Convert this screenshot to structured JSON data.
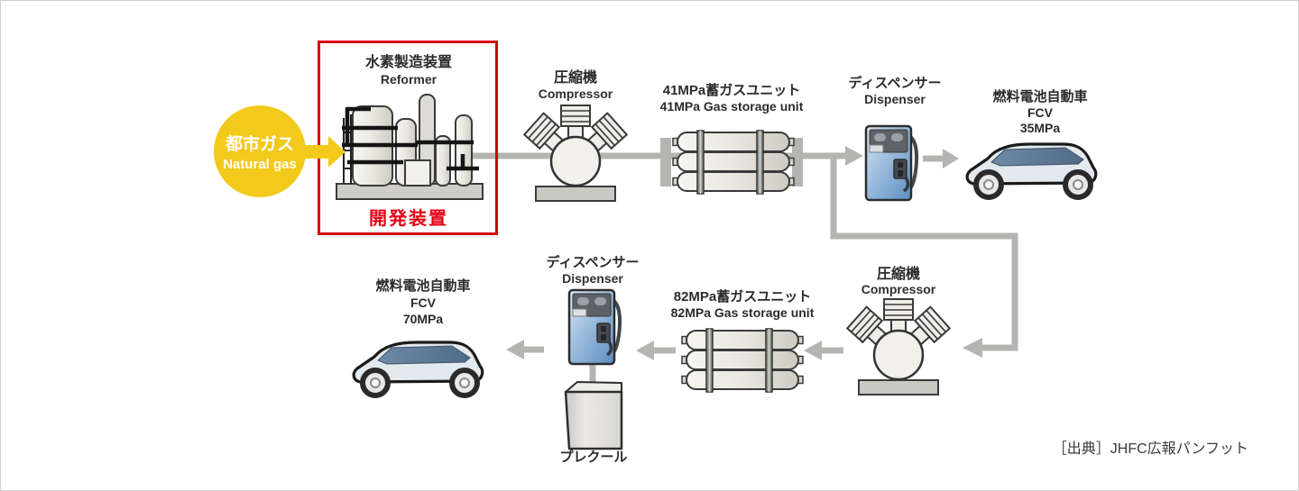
{
  "source_note": "［出典］JHFC広報パンフット",
  "colors": {
    "highlight_red": "#d50000",
    "tag_red": "#e60012",
    "accent_yellow": "#f3ca1b",
    "pipe_gray": "#b4b4b0",
    "dispenser_blue": "#7fa9d2",
    "car_body": "#e2e9ef"
  },
  "nodes": {
    "natural_gas": {
      "ja": "都市ガス",
      "en": "Natural gas"
    },
    "reformer": {
      "ja": "水素製造装置",
      "en": "Reformer",
      "dev_tag": "開発装置"
    },
    "compressor_top": {
      "ja": "圧縮機",
      "en": "Compressor"
    },
    "storage_41mpa": {
      "ja": "41MPa蓄ガスユニット",
      "en": "41MPa Gas storage unit"
    },
    "dispenser_top": {
      "ja": "ディスペンサー",
      "en": "Dispenser"
    },
    "fcv_35mpa": {
      "ja": "燃料電池自動車",
      "en": "FCV",
      "pressure": "35MPa"
    },
    "fcv_70mpa": {
      "ja": "燃料電池自動車",
      "en": "FCV",
      "pressure": "70MPa"
    },
    "dispenser_bottom": {
      "ja": "ディスペンサー",
      "en": "Dispenser"
    },
    "precool": {
      "ja": "プレクール"
    },
    "storage_82mpa": {
      "ja": "82MPa蓄ガスユニット",
      "en": "82MPa Gas storage unit"
    },
    "compressor_bottom": {
      "ja": "圧縮機",
      "en": "Compressor"
    }
  }
}
